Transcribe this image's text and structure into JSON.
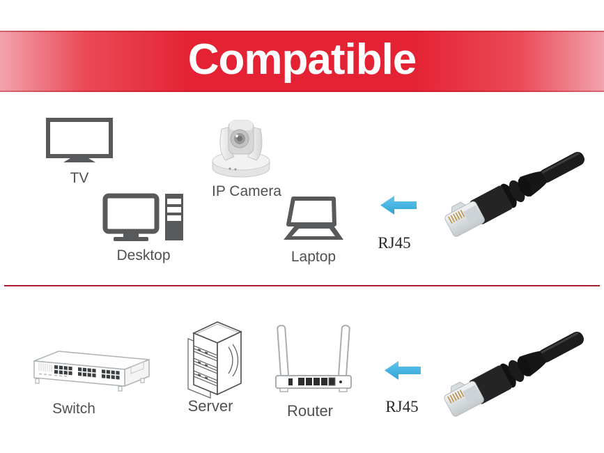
{
  "banner": {
    "title": "Compatible",
    "color_center": "#e42233",
    "color_edge": "#f2a3ad",
    "text_color": "#ffffff"
  },
  "divider_color": "#a81f2b",
  "arrow_color": "#49b4e4",
  "icon_color": "#58595b",
  "top_section": {
    "devices": [
      {
        "id": "tv",
        "label": "TV"
      },
      {
        "id": "ip-camera",
        "label": "IP Camera"
      },
      {
        "id": "desktop",
        "label": "Desktop"
      },
      {
        "id": "laptop",
        "label": "Laptop"
      }
    ],
    "connector_label": "RJ45"
  },
  "bottom_section": {
    "devices": [
      {
        "id": "switch",
        "label": "Switch"
      },
      {
        "id": "server",
        "label": "Server"
      },
      {
        "id": "router",
        "label": "Router"
      }
    ],
    "connector_label": "RJ45"
  }
}
